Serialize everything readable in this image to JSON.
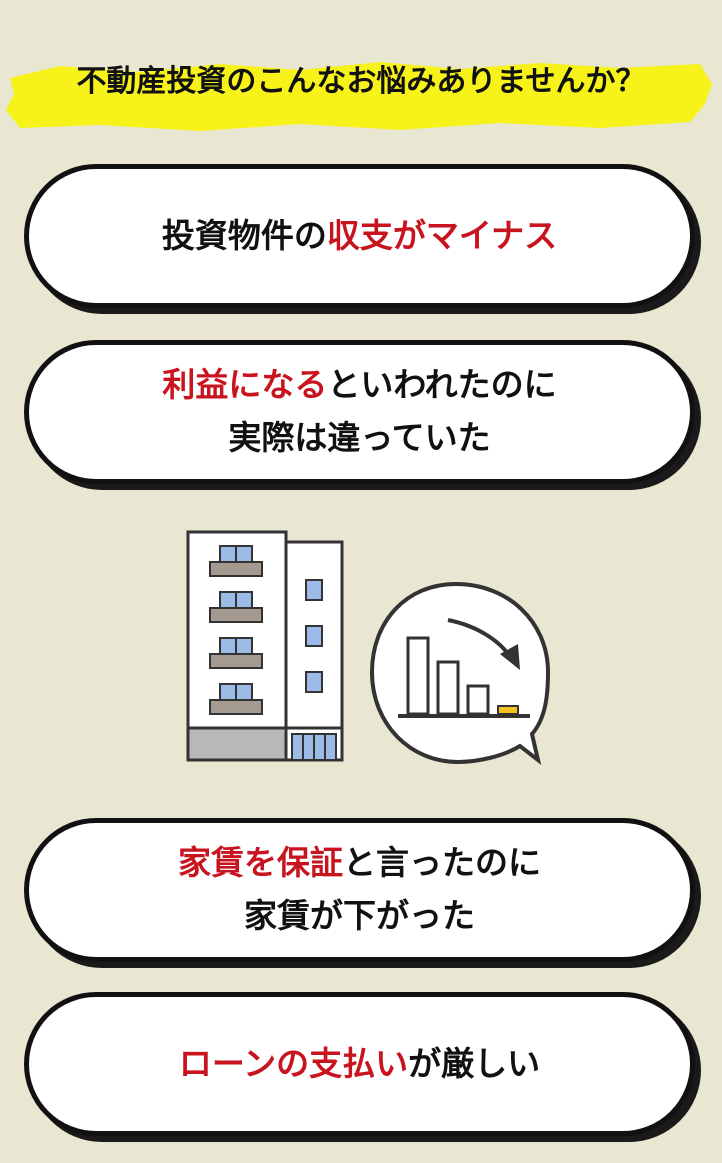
{
  "heading": "不動産投資のこんなお悩みありませんか？",
  "cards": [
    {
      "lines": [
        [
          {
            "text": "投資物件の",
            "red": false
          },
          {
            "text": "収支がマイナス",
            "red": true
          }
        ]
      ]
    },
    {
      "lines": [
        [
          {
            "text": "利益になる",
            "red": true
          },
          {
            "text": "といわれたのに",
            "red": false
          }
        ],
        [
          {
            "text": "実際は違っていた",
            "red": false
          }
        ]
      ]
    },
    {
      "lines": [
        [
          {
            "text": "家賃を保証",
            "red": true
          },
          {
            "text": "と言ったのに",
            "red": false
          }
        ],
        [
          {
            "text": "家賃が下がった",
            "red": false
          }
        ]
      ]
    },
    {
      "lines": [
        [
          {
            "text": "ローンの支払い",
            "red": true
          },
          {
            "text": "が厳しい",
            "red": false
          }
        ]
      ]
    }
  ],
  "illustration": {
    "icons": [
      "building-icon",
      "declining-chart-icon",
      "speech-bubble-icon",
      "down-arrow-icon"
    ]
  }
}
